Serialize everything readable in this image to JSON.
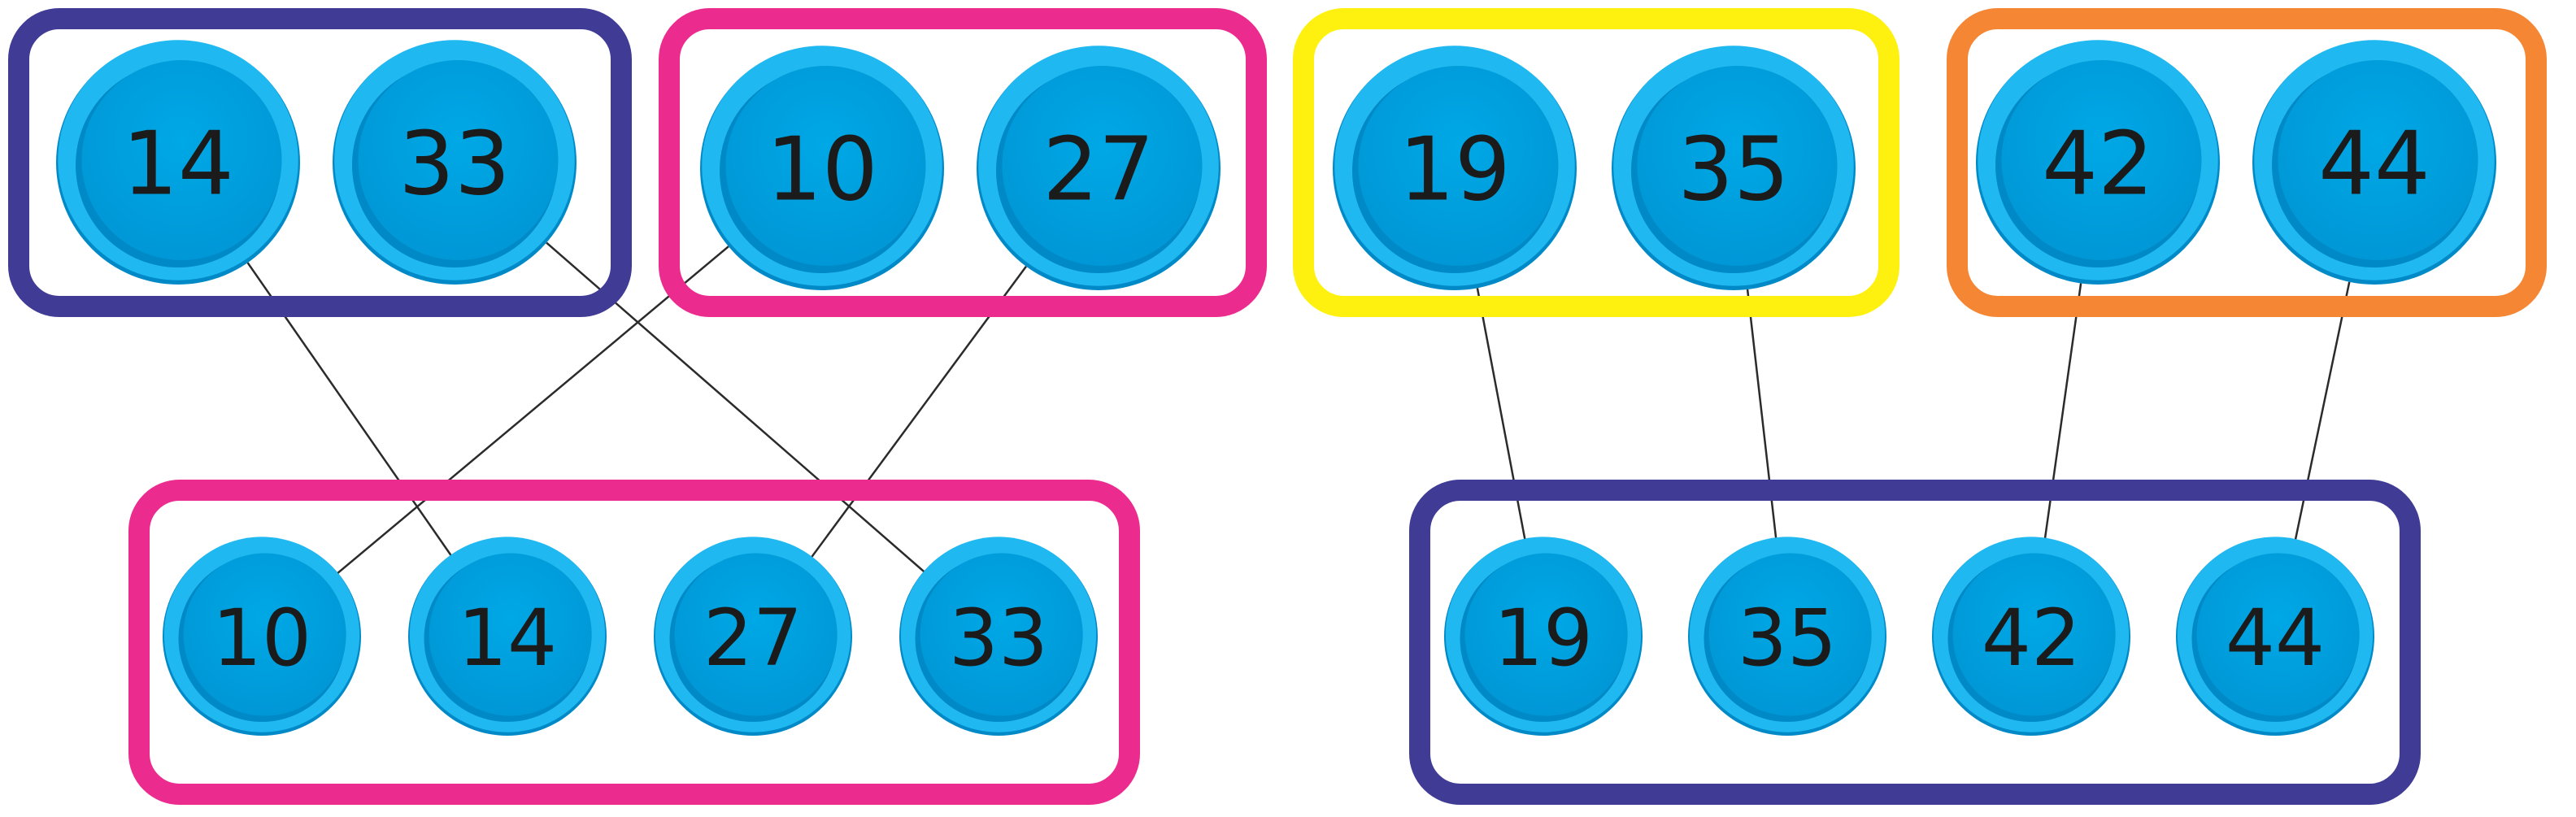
{
  "colors": {
    "purple": "#403C95",
    "magenta": "#EC2B8F",
    "yellow": "#FEF10F",
    "orange": "#F58634",
    "node_outer": "#0089C7",
    "node_inner": "#00A3E0",
    "node_rim": "#1FB8F0",
    "line": "#2b2b2b",
    "label": "#1b1b1b"
  },
  "diagram": {
    "top_groups": [
      {
        "color": "purple",
        "nodes": [
          "14",
          "33"
        ]
      },
      {
        "color": "magenta",
        "nodes": [
          "10",
          "27"
        ]
      },
      {
        "color": "yellow",
        "nodes": [
          "19",
          "35"
        ]
      },
      {
        "color": "orange",
        "nodes": [
          "42",
          "44"
        ]
      }
    ],
    "bottom_groups": [
      {
        "color": "magenta",
        "nodes": [
          "10",
          "14",
          "27",
          "33"
        ]
      },
      {
        "color": "purple",
        "nodes": [
          "19",
          "35",
          "42",
          "44"
        ]
      }
    ]
  }
}
